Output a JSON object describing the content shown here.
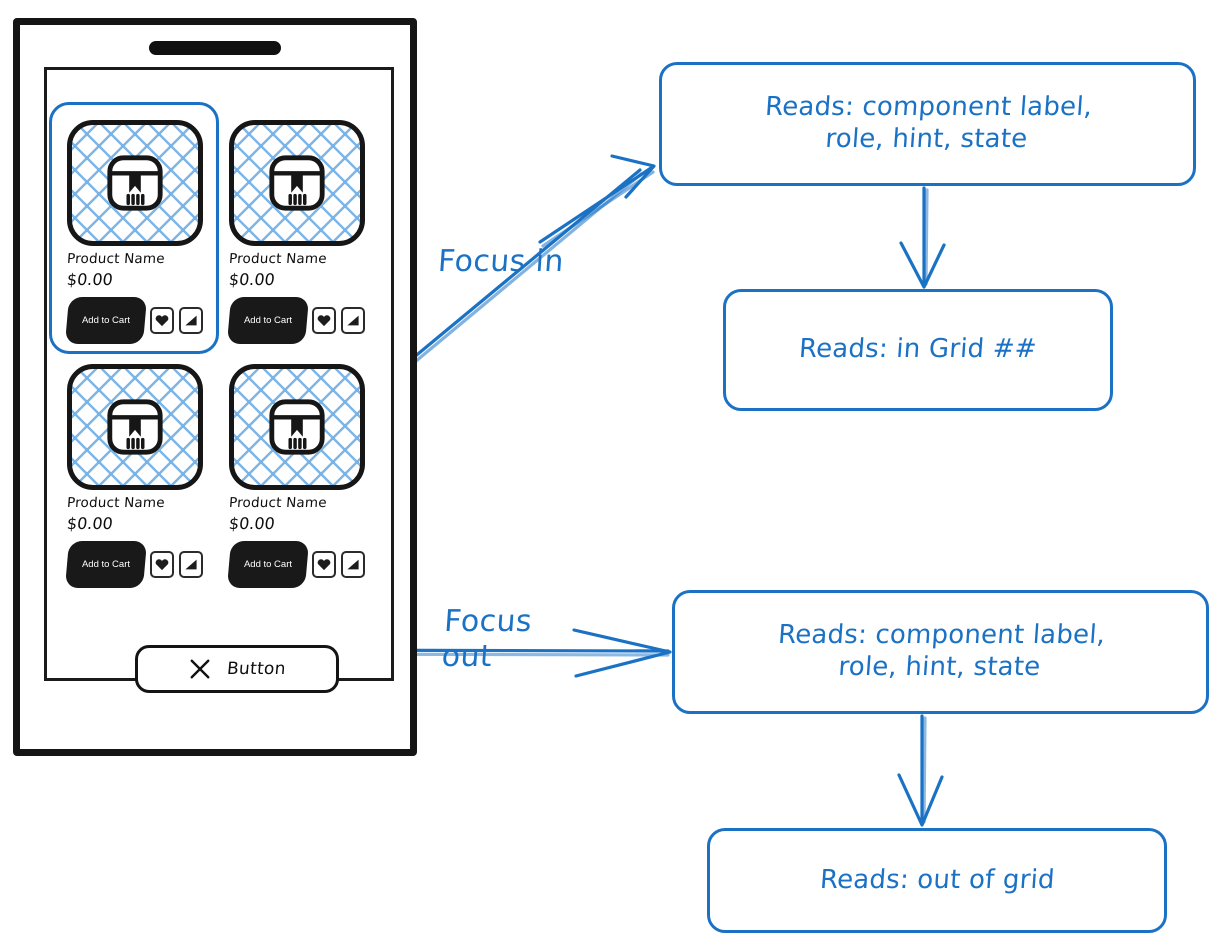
{
  "diagram": {
    "title": "Focus in / Focus out screen reader flow",
    "accent_color": "#1b72c4",
    "ink_color": "#141414",
    "hatch_color": "#76b2e6"
  },
  "phone": {
    "name": "phone-mockup",
    "speaker_icon": "speaker-bar-icon",
    "grid": {
      "name": "product-grid",
      "focused_index": 0,
      "cards": [
        {
          "thumb_icon": "package-box-icon",
          "name": "Product Name",
          "price": "$0.00",
          "add_to_cart": "Add to\nCart",
          "favorite_icon": "heart-icon",
          "share_icon": "share-icon",
          "focused": true
        },
        {
          "thumb_icon": "package-box-icon",
          "name": "Product Name",
          "price": "$0.00",
          "add_to_cart": "Add to\nCart",
          "favorite_icon": "heart-icon",
          "share_icon": "share-icon",
          "focused": false
        },
        {
          "thumb_icon": "package-box-icon",
          "name": "Product Name",
          "price": "$0.00",
          "add_to_cart": "Add to\nCart",
          "favorite_icon": "heart-icon",
          "share_icon": "share-icon",
          "focused": false
        },
        {
          "thumb_icon": "package-box-icon",
          "name": "Product Name",
          "price": "$0.00",
          "add_to_cart": "Add to\nCart",
          "favorite_icon": "heart-icon",
          "share_icon": "share-icon",
          "focused": false
        }
      ]
    },
    "button": {
      "icon": "x-close-icon",
      "label": "Button"
    }
  },
  "edges": [
    {
      "name": "focus-in-edge",
      "label": "Focus in"
    },
    {
      "name": "focus-out-edge",
      "label": "Focus\nout"
    }
  ],
  "callouts": {
    "focus_in_reads": "Reads: component label,\nrole, hint, state",
    "in_grid": "Reads: in Grid ##",
    "focus_out_reads": "Reads: component label,\nrole, hint, state",
    "out_of_grid": "Reads: out of grid"
  }
}
